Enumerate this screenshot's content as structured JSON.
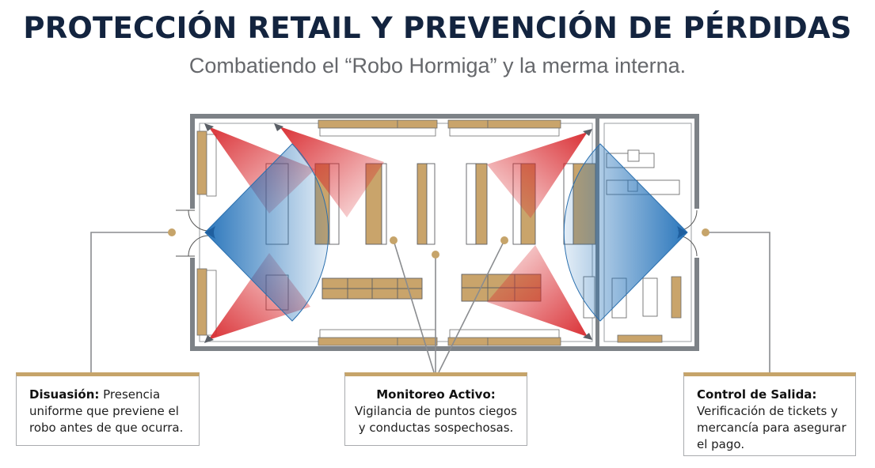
{
  "header": {
    "title": "PROTECCIÓN RETAIL Y PREVENCIÓN DE PÉRDIDAS",
    "subtitle": "Combatiendo el “Robo Hormiga” y la merma interna."
  },
  "colors": {
    "title": "#13243f",
    "subtitle": "#66686c",
    "accent_gold": "#c6a46a",
    "shelf_fill": "#c9a46b",
    "wall": "#7d8287",
    "camera_cone_red": "#d8262b",
    "guard_cone_blue": "#1f6fb8",
    "connector_line": "#8a8c8f"
  },
  "diagram": {
    "description": "Planta de tienda con estantes, cámaras (conos rojos) y guardias (conos azules)",
    "cameras": [
      {
        "name": "camera-top-left"
      },
      {
        "name": "camera-top-center-left"
      },
      {
        "name": "camera-bottom-left"
      },
      {
        "name": "camera-top-right"
      },
      {
        "name": "camera-bottom-right"
      }
    ],
    "guards": [
      {
        "name": "guard-entrance"
      },
      {
        "name": "guard-exit"
      }
    ]
  },
  "callouts": [
    {
      "heading": "Disuasión:",
      "body": " Presencia uniforme que previene el robo antes de que ocurra."
    },
    {
      "heading": "Monitoreo Activo:",
      "body": "Vigilancia de puntos ciegos y conductas sospechosas."
    },
    {
      "heading": "Control de Salida:",
      "body": "Verificación de tickets y mercancía para asegurar el pago."
    }
  ]
}
